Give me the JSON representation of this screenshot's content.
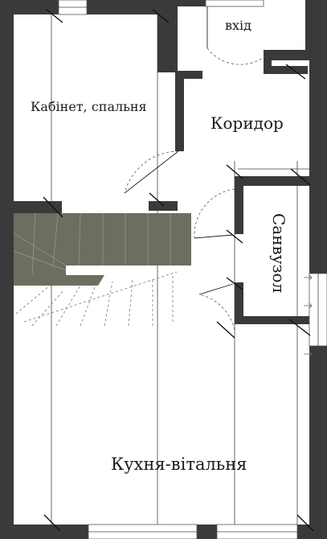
{
  "plan": {
    "rooms": [
      {
        "id": "entrance",
        "label": "вхід"
      },
      {
        "id": "study-bedroom",
        "label": "Кабінет, спальня"
      },
      {
        "id": "corridor",
        "label": "Коридор"
      },
      {
        "id": "bathroom",
        "label": "Санвузол"
      },
      {
        "id": "kitchen-living",
        "label": "Кухня-вітальня"
      }
    ],
    "colors": {
      "wall": "#3a3a3a",
      "stair": "#6d6e5f",
      "background": "#ffffff"
    }
  }
}
